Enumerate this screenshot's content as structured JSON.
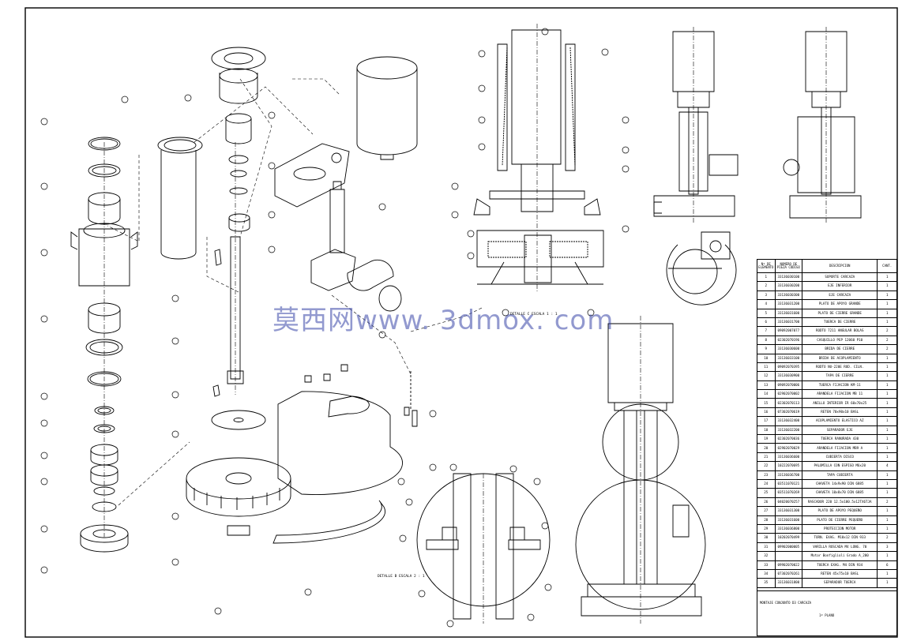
{
  "bom": {
    "headers": [
      "Nº DE ELEMENTO",
      "NUMERO DE PIEZA CODIGO",
      "DESCRIPCION",
      "CANT."
    ],
    "rows": [
      [
        "1",
        "33136030100",
        "SOPORTE CARCAZA",
        "1"
      ],
      [
        "2",
        "33136030200",
        "EJE INFERIOR",
        "1"
      ],
      [
        "3",
        "33136030300",
        "EJE CARCAZA",
        "1"
      ],
      [
        "4",
        "33136031200",
        "PLATO DE APOYO GRANDE",
        "1"
      ],
      [
        "5",
        "33136031600",
        "PLATO DE CIERRE GRANDE",
        "1"
      ],
      [
        "6",
        "33136031700",
        "TUERCA DE CIERRE",
        "1"
      ],
      [
        "7",
        "09092007077",
        "RODTO 7211 ANGULAR BOLAS",
        "2"
      ],
      [
        "8",
        "02302070196",
        "CASQUILLO PEP 12060 P10",
        "2"
      ],
      [
        "9",
        "33136030600",
        "BRIDA DE CIERRE",
        "2"
      ],
      [
        "10",
        "33136033100",
        "BRIDA DE ACOPLAMIENTO",
        "1"
      ],
      [
        "11",
        "09092070395",
        "RODTO NU-220E ROD. CILN.",
        "1"
      ],
      [
        "12",
        "33136030900",
        "TAPA DE CIERRE",
        "1"
      ],
      [
        "13",
        "09092070006",
        "TUERCA FIJACION KM-11",
        "1"
      ],
      [
        "14",
        "02902070002",
        "ARANDELA FIJACION MB 11",
        "1"
      ],
      [
        "15",
        "02302070113",
        "ANILLO INTERIOR IR 60x70x25",
        "1"
      ],
      [
        "16",
        "07302070619",
        "RETEN 70x90x10 BASL",
        "1"
      ],
      [
        "17",
        "33136032400",
        "ACOPLAMIENTO ELASTICO AZ",
        "1"
      ],
      [
        "18",
        "33136032200",
        "SEPARADOR EJE",
        "1"
      ],
      [
        "19",
        "02302070036",
        "TUERCA RANURADA 430",
        "1"
      ],
      [
        "20",
        "02902070029",
        "ARANDELA FIJACION MB9 A",
        "1"
      ],
      [
        "21",
        "33136036600",
        "CUBIERTA DISCO",
        "1"
      ],
      [
        "22",
        "10222070695",
        "PALOMILLA CON ESPIGO M6x20",
        "4"
      ],
      [
        "23",
        "33136036700",
        "TAPA CUBIERTA",
        "1"
      ],
      [
        "24",
        "03511070121",
        "CHAVETA 14x9x90 DIN 6885",
        "1"
      ],
      [
        "25",
        "03511070269",
        "CHAVETA 10x8x70 DIN 6885",
        "1"
      ],
      [
        "26",
        "04020070257",
        "RASCADOR 220 12.5x100.5x12TX6TJA",
        "2"
      ],
      [
        "27",
        "33136031300",
        "PLATO DE APOYO PEQUEÑO",
        "1"
      ],
      [
        "28",
        "33136031600",
        "PLATO DE CIERRE PEQUEÑO",
        "1"
      ],
      [
        "29",
        "33136036800",
        "PROTECCION MOTOR",
        "1"
      ],
      [
        "30",
        "10202070499",
        "TORN. EXAG. M10x12 DIN 933",
        "2"
      ],
      [
        "31",
        "09902000005",
        "VARILLA ROSCADA M4 LONG. 70",
        "3"
      ],
      [
        "32",
        "",
        "Motor Bonfiglioli Grado A_200",
        "1"
      ],
      [
        "33",
        "09902070022",
        "TUERCA EXAG. M4 DIN 934",
        "6"
      ],
      [
        "34",
        "07302070261",
        "RETEN 45x75x10 BASL",
        "1"
      ],
      [
        "35",
        "33136031800",
        "SEPARADOR TUERCA",
        "1"
      ]
    ]
  },
  "title_block": {
    "name": "MONTAJE CONJUNTO D3 CARCAZA",
    "scale": "1º PLANO"
  },
  "detail_labels": {
    "detail_c": "DETALLE C ESCALA 1 : 1",
    "detail_b": "DETALLE B ESCALA 2 : 1"
  },
  "watermark": {
    "text_cn": "莫西网",
    "text_en": "www. 3dmox. com"
  }
}
